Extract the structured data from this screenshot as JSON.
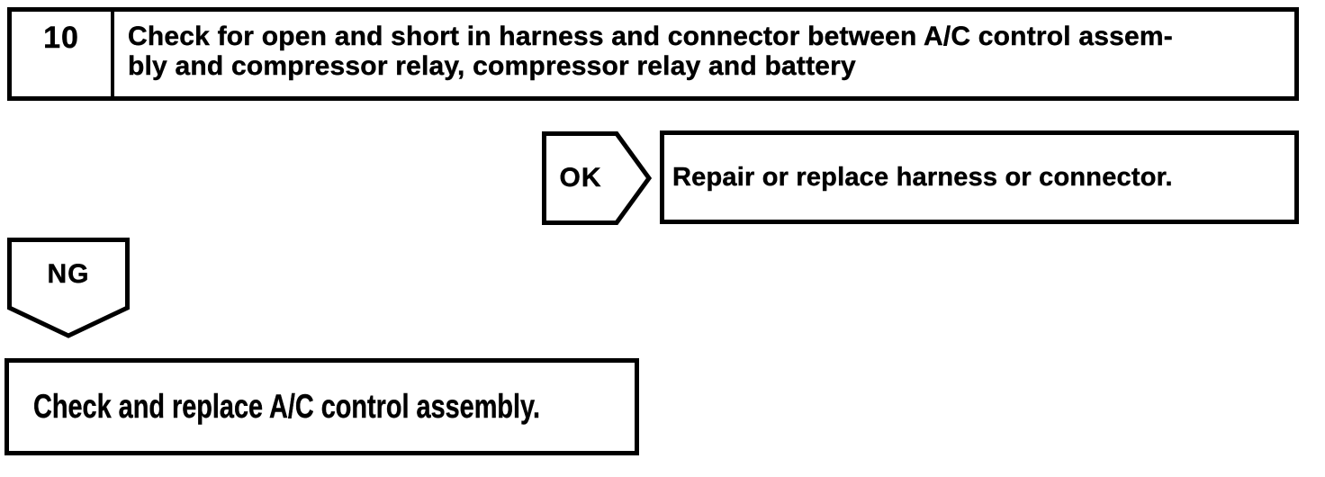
{
  "page": {
    "background_color": "#ffffff",
    "ink_color": "#000000"
  },
  "flowchart": {
    "step": {
      "number": "10",
      "instruction_line1": "Check for open and short in harness and connector between A/C control assem-",
      "instruction_line2": "bly and compressor relay, compressor relay and battery"
    },
    "ok_branch": {
      "label": "OK",
      "action": "Repair or replace harness or connector."
    },
    "ng_branch": {
      "label": "NG",
      "action": "Check and replace A/C control assembly."
    }
  }
}
